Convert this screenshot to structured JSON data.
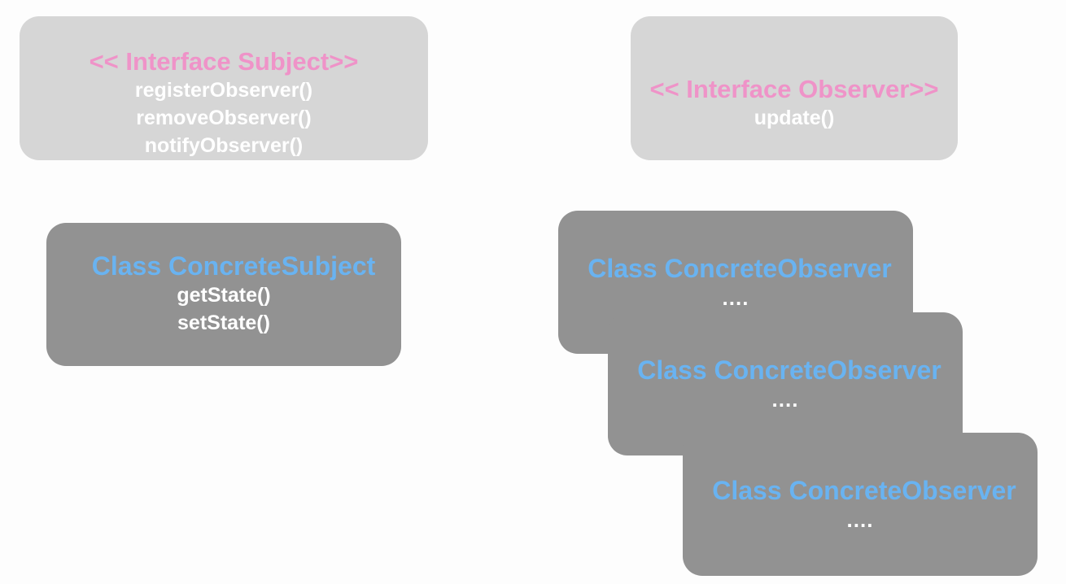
{
  "subject_interface": {
    "title": "<< Interface Subject>>",
    "methods": [
      "registerObserver()",
      "removeObserver()",
      "notifyObserver()"
    ]
  },
  "observer_interface": {
    "title": "<< Interface Observer>>",
    "methods": [
      "update()"
    ]
  },
  "concrete_subject": {
    "title": "Class ConcreteSubject",
    "methods": [
      "getState()",
      "setState()"
    ]
  },
  "concrete_observers": [
    {
      "title": "Class ConcreteObserver",
      "body": "...."
    },
    {
      "title": "Class ConcreteObserver",
      "body": "...."
    },
    {
      "title": "Class ConcreteObserver",
      "body": "...."
    }
  ],
  "colors": {
    "interface_box": "#d6d6d6",
    "class_box": "#929292",
    "interface_title": "#ef93c8",
    "class_title": "#69b3f1",
    "method_text": "#ffffff"
  }
}
